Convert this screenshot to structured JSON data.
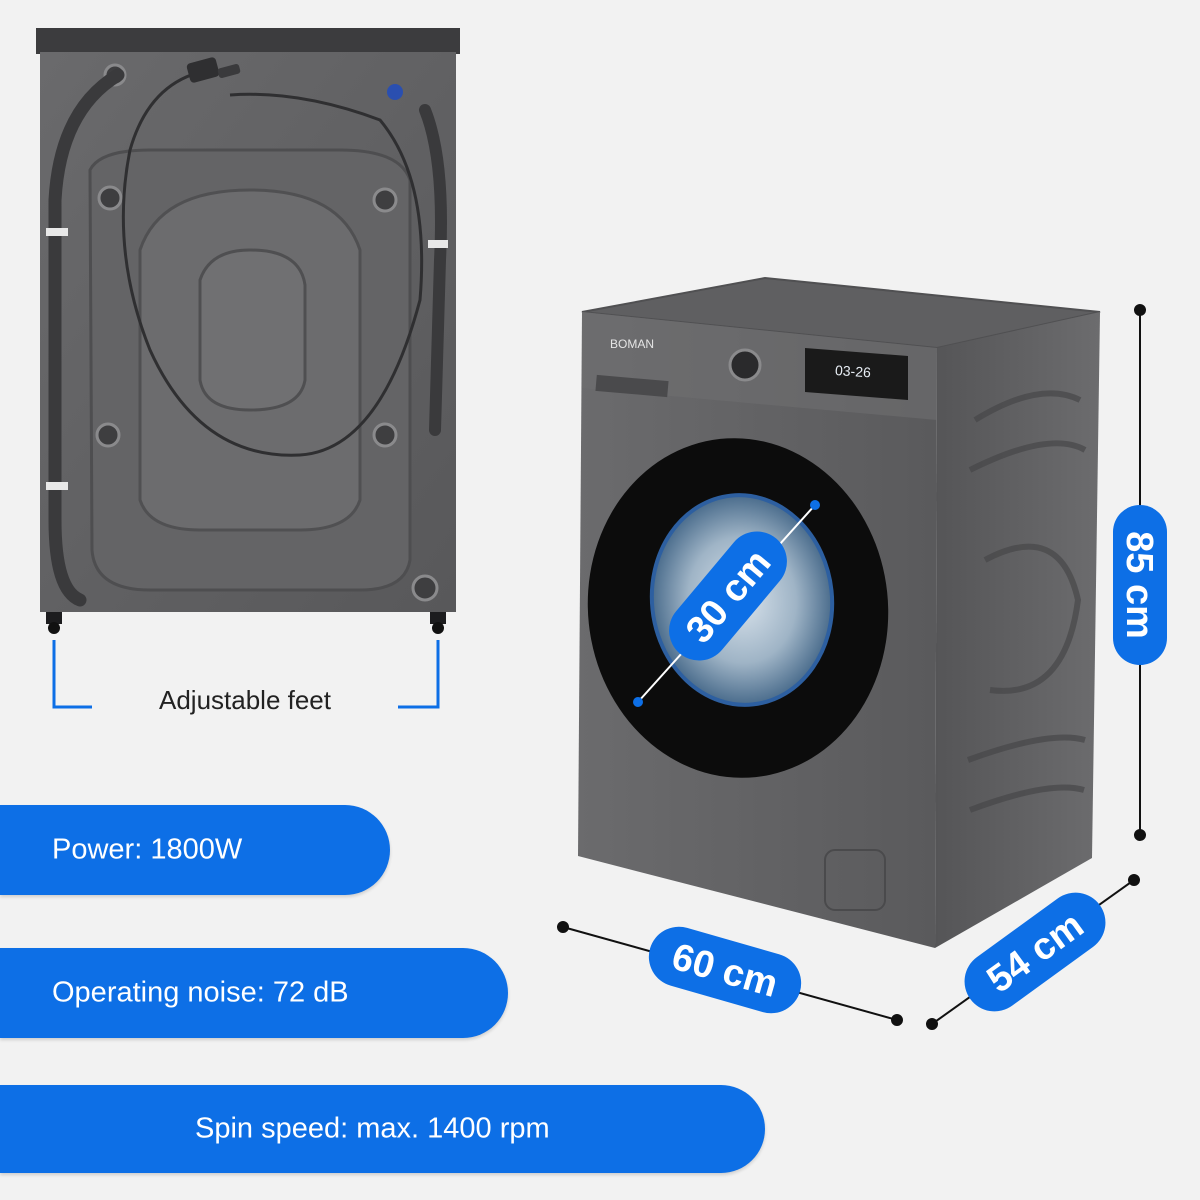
{
  "feet_label": "Adjustable feet",
  "brand": "BOMAN",
  "display_time": "03-26",
  "dimensions": {
    "diameter": "30 cm",
    "height": "85 cm",
    "width": "60 cm",
    "depth": "54 cm"
  },
  "specs": {
    "power": "Power: 1800W",
    "noise": "Operating noise: 72 dB",
    "spin": "Spin speed: max. 1400 rpm"
  },
  "colors": {
    "accent": "#0d6fe6",
    "machine": "#5c5c5e",
    "background": "#f2f2f2"
  },
  "icons": [
    "washing-machine-back-view",
    "washing-machine-front-view",
    "power-plug-icon"
  ]
}
